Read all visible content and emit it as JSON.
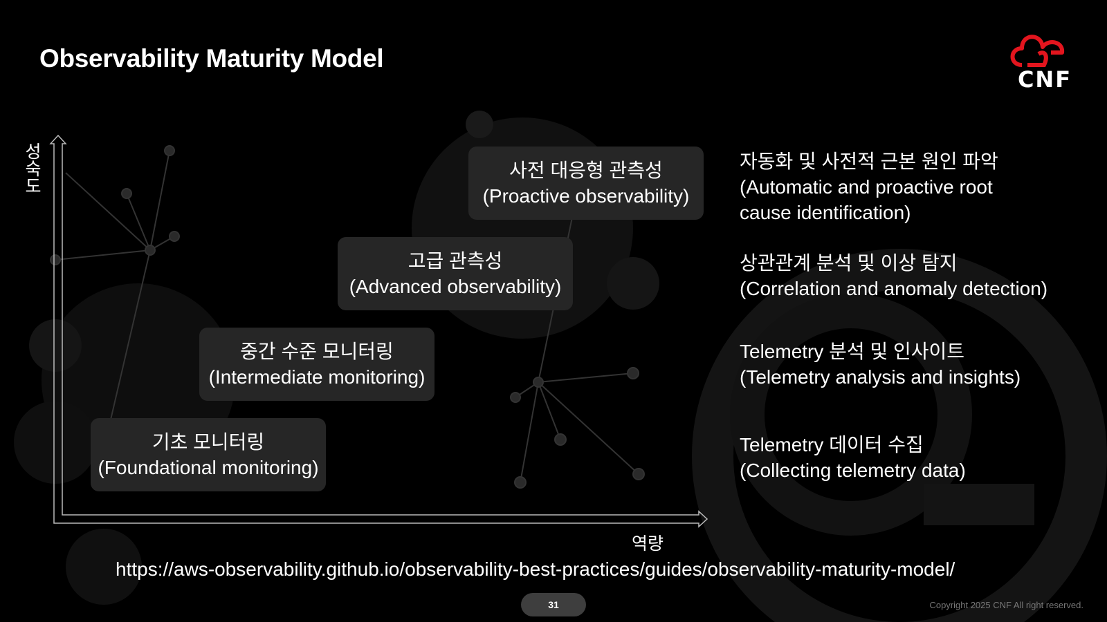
{
  "title": "Observability Maturity Model",
  "logo": {
    "text": "CNF",
    "color": "#e3151e"
  },
  "axes": {
    "y_label": "성숙도",
    "x_label": "역량"
  },
  "stages": [
    {
      "ko": "사전 대응형 관측성",
      "en": "(Proactive observability)",
      "desc_ko": "자동화 및 사전적 근본 원인 파악",
      "desc_en": "(Automatic and proactive root cause identification)"
    },
    {
      "ko": "고급 관측성",
      "en": "(Advanced observability)",
      "desc_ko": "상관관계 분석 및 이상 탐지",
      "desc_en": "(Correlation and anomaly detection)"
    },
    {
      "ko": "중간 수준 모니터링",
      "en": "(Intermediate monitoring)",
      "desc_ko": "Telemetry 분석 및 인사이트",
      "desc_en": "(Telemetry analysis and insights)"
    },
    {
      "ko": "기초 모니터링",
      "en": "(Foundational monitoring)",
      "desc_ko": "Telemetry 데이터 수집",
      "desc_en": "(Collecting telemetry data)"
    }
  ],
  "source_url": "https://aws-observability.github.io/observability-best-practices/guides/observability-maturity-model/",
  "page_number": "31",
  "copyright": "Copyright 2025 CNF All right reserved."
}
